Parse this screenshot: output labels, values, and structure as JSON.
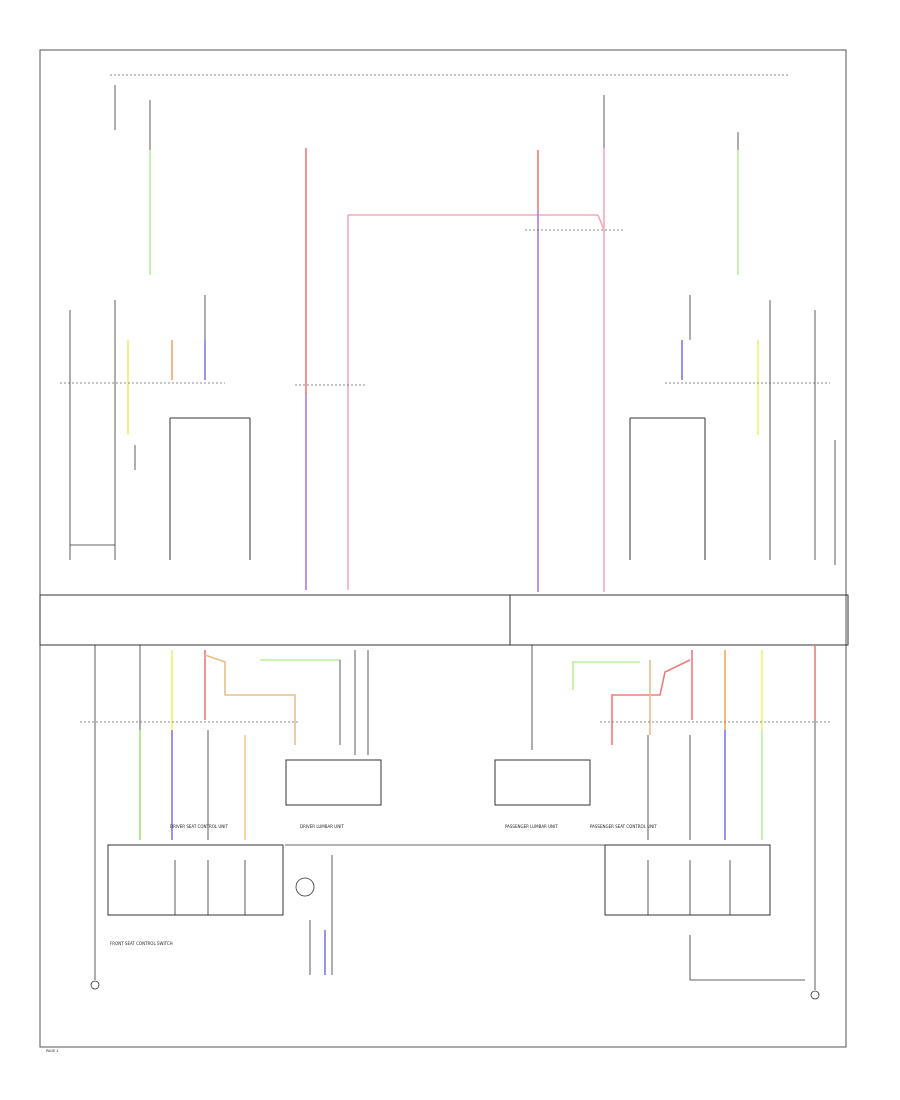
{
  "colors": {
    "red": "#f07a7a",
    "pink": "#f7a8b8",
    "purple": "#a77ee0",
    "green": "#9fe07a",
    "light_green": "#b9ef9c",
    "yellow": "#f0f070",
    "blue": "#7a7af0",
    "orange": "#f0a860",
    "tan": "#e6c08a",
    "peach": "#f5c89a",
    "dark": "#333333",
    "gray": "#888888"
  },
  "labels": {
    "driver_lumbar_unit": "DRIVER LUMBAR UNIT",
    "passenger_lumbar_unit": "PASSENGER LUMBAR UNIT",
    "front_seat_control_switch": "FRONT SEAT CONTROL SWITCH",
    "driver_seat_control_unit": "DRIVER SEAT CONTROL UNIT",
    "passenger_seat_control_unit": "PASSENGER SEAT CONTROL UNIT",
    "page_ref": "PAGE 1"
  }
}
